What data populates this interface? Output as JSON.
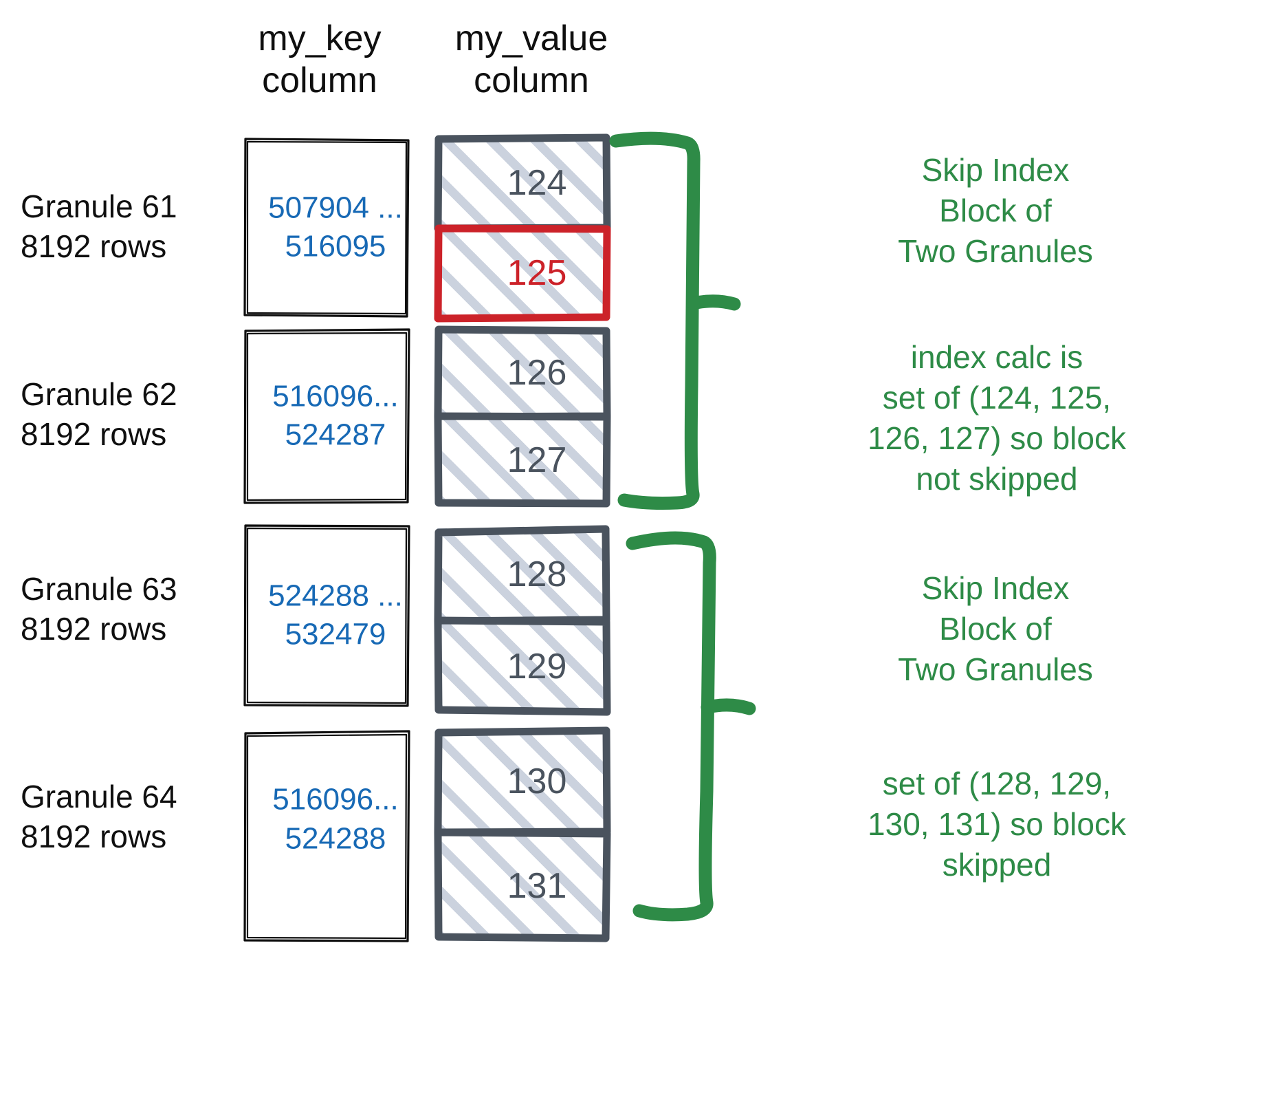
{
  "colors": {
    "key_text": "#1769b5",
    "value_text": "#4a535e",
    "flag_red": "#cc2229",
    "note_green": "#2e8b47",
    "hatch": "#c8d0dc",
    "box_outline": "#0f0f0f",
    "value_outline": "#4a535e",
    "background": "#ffffff"
  },
  "headers": {
    "key_column": "my_key\ncolumn",
    "value_column": "my_value\ncolumn"
  },
  "granules": [
    {
      "label": "Granule 61\n8192 rows",
      "key_range": "507904 ...\n516095",
      "values": [
        {
          "value": "124",
          "flagged": false
        },
        {
          "value": "125",
          "flagged": true
        }
      ]
    },
    {
      "label": "Granule 62\n8192 rows",
      "key_range": "516096...\n524287",
      "values": [
        {
          "value": "126",
          "flagged": false
        },
        {
          "value": "127",
          "flagged": false
        }
      ]
    },
    {
      "label": "Granule 63\n8192 rows",
      "key_range": "524288 ...\n532479",
      "values": [
        {
          "value": "128",
          "flagged": false
        },
        {
          "value": "129",
          "flagged": false
        }
      ]
    },
    {
      "label": "Granule 64\n8192 rows",
      "key_range": "516096...\n524288",
      "values": [
        {
          "value": "130",
          "flagged": false
        },
        {
          "value": "131",
          "flagged": false
        }
      ]
    }
  ],
  "notes": [
    {
      "text": "Skip Index\nBlock of\nTwo Granules"
    },
    {
      "text": "index calc is\nset of (124, 125,\n126, 127) so block\nnot skipped"
    },
    {
      "text": "Skip Index\nBlock of\nTwo Granules"
    },
    {
      "text": "set of (128, 129,\n130, 131) so block\nskipped"
    }
  ]
}
